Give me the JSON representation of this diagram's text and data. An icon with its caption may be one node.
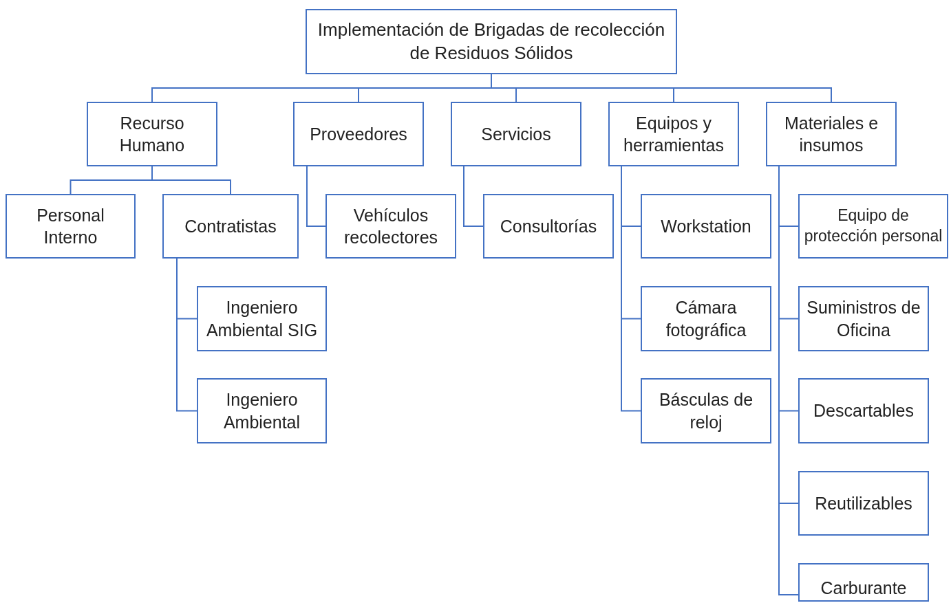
{
  "diagram": {
    "nodes": [
      {
        "text": [
          "Implementación de Brigadas de recolección de Residuos Sólidos"
        ]
      },
      {
        "text": [
          "Recurso Humano"
        ]
      },
      {
        "text": [
          "Proveedores"
        ]
      },
      {
        "text": [
          "Servicios"
        ]
      },
      {
        "text": [
          "Equipos y herramientas"
        ]
      },
      {
        "text": [
          "Materiales e insumos"
        ]
      },
      {
        "text": [
          "Personal Interno"
        ]
      },
      {
        "text": [
          "Contratistas"
        ]
      },
      {
        "text": [
          "Ingeniero Ambiental SIG"
        ]
      },
      {
        "text": [
          "Ingeniero Ambiental"
        ]
      },
      {
        "text": [
          "Vehículos recolectores"
        ]
      },
      {
        "text": [
          "Consultorías"
        ]
      },
      {
        "text": [
          "Workstation"
        ]
      },
      {
        "text": [
          "Cámara fotográfica"
        ]
      },
      {
        "text": [
          "Básculas de reloj"
        ]
      },
      {
        "text": [
          "Equipo de protección personal"
        ]
      },
      {
        "text": [
          "Suministros de Oficina"
        ]
      },
      {
        "text": [
          "Descartables"
        ]
      },
      {
        "text": [
          "Reutilizables"
        ]
      },
      {
        "text": [
          "Carburante"
        ]
      }
    ],
    "edges": [
      {
        "from": 0,
        "to": 1,
        "arrow": "none"
      },
      {
        "from": 0,
        "to": 2,
        "arrow": "none"
      },
      {
        "from": 0,
        "to": 3,
        "arrow": "none"
      },
      {
        "from": 0,
        "to": 4,
        "arrow": "none"
      },
      {
        "from": 0,
        "to": 5,
        "arrow": "none"
      },
      {
        "from": 1,
        "to": 6,
        "arrow": "none"
      },
      {
        "from": 1,
        "to": 7,
        "arrow": "none"
      },
      {
        "from": 7,
        "to": 8,
        "arrow": "none"
      },
      {
        "from": 7,
        "to": 9,
        "arrow": "none"
      },
      {
        "from": 2,
        "to": 10,
        "arrow": "none"
      },
      {
        "from": 3,
        "to": 11,
        "arrow": "none"
      },
      {
        "from": 4,
        "to": 12,
        "arrow": "none"
      },
      {
        "from": 4,
        "to": 13,
        "arrow": "none"
      },
      {
        "from": 4,
        "to": 14,
        "arrow": "none"
      },
      {
        "from": 5,
        "to": 15,
        "arrow": "none"
      },
      {
        "from": 5,
        "to": 16,
        "arrow": "none"
      },
      {
        "from": 5,
        "to": 17,
        "arrow": "none"
      },
      {
        "from": 5,
        "to": 18,
        "arrow": "none"
      },
      {
        "from": 5,
        "to": 19,
        "arrow": "none"
      }
    ]
  }
}
